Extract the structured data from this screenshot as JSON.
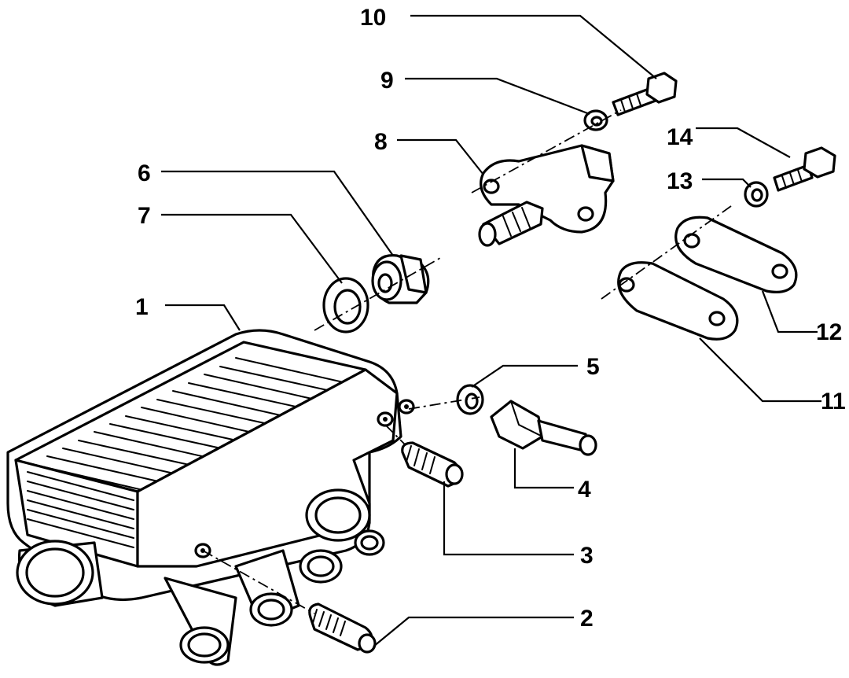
{
  "callouts": {
    "p1": "1",
    "p2": "2",
    "p3": "3",
    "p4": "4",
    "p5": "5",
    "p6": "6",
    "p7": "7",
    "p8": "8",
    "p9": "9",
    "p10": "10",
    "p11": "11",
    "p12": "12",
    "p13": "13",
    "p14": "14"
  },
  "colors": {
    "line": "#000000",
    "background": "#ffffff"
  }
}
